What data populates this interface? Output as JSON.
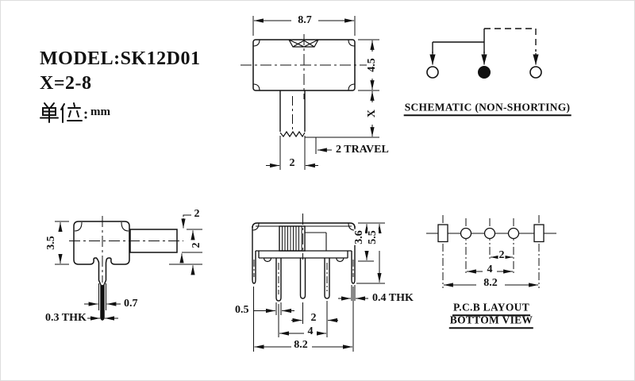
{
  "title_block": {
    "model": "MODEL:SK12D01",
    "x_range": "X=2-8",
    "unit_label": "单位：mm",
    "unit_value": "mm"
  },
  "top_view": {
    "dim_width": "8.7",
    "dim_height": "4.5",
    "dim_pin_length": "X",
    "dim_stem_width": "2",
    "dim_travel": "2 TRAVEL"
  },
  "schematic": {
    "caption": "SCHEMATIC (NON-SHORTING)"
  },
  "side_view": {
    "dim_body_height": "3.5",
    "dim_knob_top": "2",
    "dim_knob_height": "2",
    "dim_stem_width": "0.7",
    "dim_pin_thickness": "0.3 THK"
  },
  "front_view": {
    "dim_body_height": "3.6",
    "dim_overall_height": "5.5",
    "dim_pin_width": "0.5",
    "dim_leg_thickness": "0.4 THK",
    "dim_pin_pitch": "2",
    "dim_pin_span": "4",
    "dim_overall_width": "8.2"
  },
  "pcb_layout": {
    "dim_hole_pitch": "2",
    "dim_hole_span": "4",
    "dim_slot_span": "8.2",
    "caption_line1": "P.C.B LAYOUT",
    "caption_line2": "BOTTOM VIEW"
  }
}
